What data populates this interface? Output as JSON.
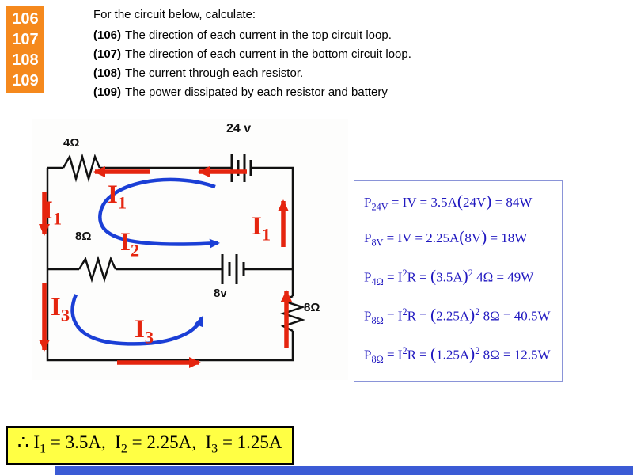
{
  "colors": {
    "accent_orange": "#F5891D",
    "arrow_red": "#E5250F",
    "loop_blue": "#1B3FD6",
    "calc_text_blue": "#2018C0",
    "calc_border": "#8A94D8",
    "highlight_yellow": "#FFFF44",
    "bottom_bar_blue": "#3B5BD5"
  },
  "header": {
    "numbers": [
      "106",
      "107",
      "108",
      "109"
    ],
    "intro": "For the circuit below, calculate:",
    "items": [
      {
        "num": "(106)",
        "text": "The direction of each current in the top circuit loop."
      },
      {
        "num": "(107)",
        "text": "The direction of each current in the bottom circuit loop."
      },
      {
        "num": "(108)",
        "text": "The current through each resistor."
      },
      {
        "num": "(109)",
        "text": "The power dissipated by each resistor and battery"
      }
    ]
  },
  "circuit": {
    "labels": {
      "battery_top": "24 v",
      "resistor_top_left": "4Ω",
      "resistor_middle": "8Ω",
      "battery_middle": "8v",
      "resistor_bottom_right": "8Ω"
    },
    "currents": {
      "i1": {
        "base": "I",
        "sub": "1"
      },
      "i2": {
        "base": "I",
        "sub": "2"
      },
      "i3": {
        "base": "I",
        "sub": "3"
      }
    }
  },
  "calculations": {
    "lines": [
      [
        [
          "n",
          "P"
        ],
        [
          "sub",
          "24V"
        ],
        [
          "n",
          " = IV = 3.5A"
        ],
        [
          "big",
          "("
        ],
        [
          "n",
          "24V"
        ],
        [
          "big",
          ")"
        ],
        [
          "n",
          " = 84W"
        ]
      ],
      [
        [
          "n",
          "P"
        ],
        [
          "sub",
          "8V"
        ],
        [
          "n",
          " = IV = 2.25A"
        ],
        [
          "big",
          "("
        ],
        [
          "n",
          "8V"
        ],
        [
          "big",
          ")"
        ],
        [
          "n",
          " = 18W"
        ]
      ],
      [
        [
          "n",
          "P"
        ],
        [
          "sub",
          "4Ω"
        ],
        [
          "n",
          " = I"
        ],
        [
          "sup",
          "2"
        ],
        [
          "n",
          "R = "
        ],
        [
          "big",
          "("
        ],
        [
          "n",
          "3.5A"
        ],
        [
          "big",
          ")"
        ],
        [
          "sup",
          "2"
        ],
        [
          "n",
          " 4Ω = 49W"
        ]
      ],
      [
        [
          "n",
          "P"
        ],
        [
          "sub",
          "8Ω"
        ],
        [
          "n",
          " = I"
        ],
        [
          "sup",
          "2"
        ],
        [
          "n",
          "R = "
        ],
        [
          "big",
          "("
        ],
        [
          "n",
          "2.25A"
        ],
        [
          "big",
          ")"
        ],
        [
          "sup",
          "2"
        ],
        [
          "n",
          " 8Ω = 40.5W"
        ]
      ],
      [
        [
          "n",
          "P"
        ],
        [
          "sub",
          "8Ω"
        ],
        [
          "n",
          " = I"
        ],
        [
          "sup",
          "2"
        ],
        [
          "n",
          "R = "
        ],
        [
          "big",
          "("
        ],
        [
          "n",
          "1.25A"
        ],
        [
          "big",
          ")"
        ],
        [
          "sup",
          "2"
        ],
        [
          "n",
          " 8Ω = 12.5W"
        ]
      ]
    ]
  },
  "conclusion": {
    "segments": [
      [
        "n",
        "∴ I"
      ],
      [
        "sub",
        "1"
      ],
      [
        "n",
        " = 3.5A,  I"
      ],
      [
        "sub",
        "2"
      ],
      [
        "n",
        " = 2.25A,  I"
      ],
      [
        "sub",
        "3"
      ],
      [
        "n",
        " = 1.25A"
      ]
    ]
  }
}
